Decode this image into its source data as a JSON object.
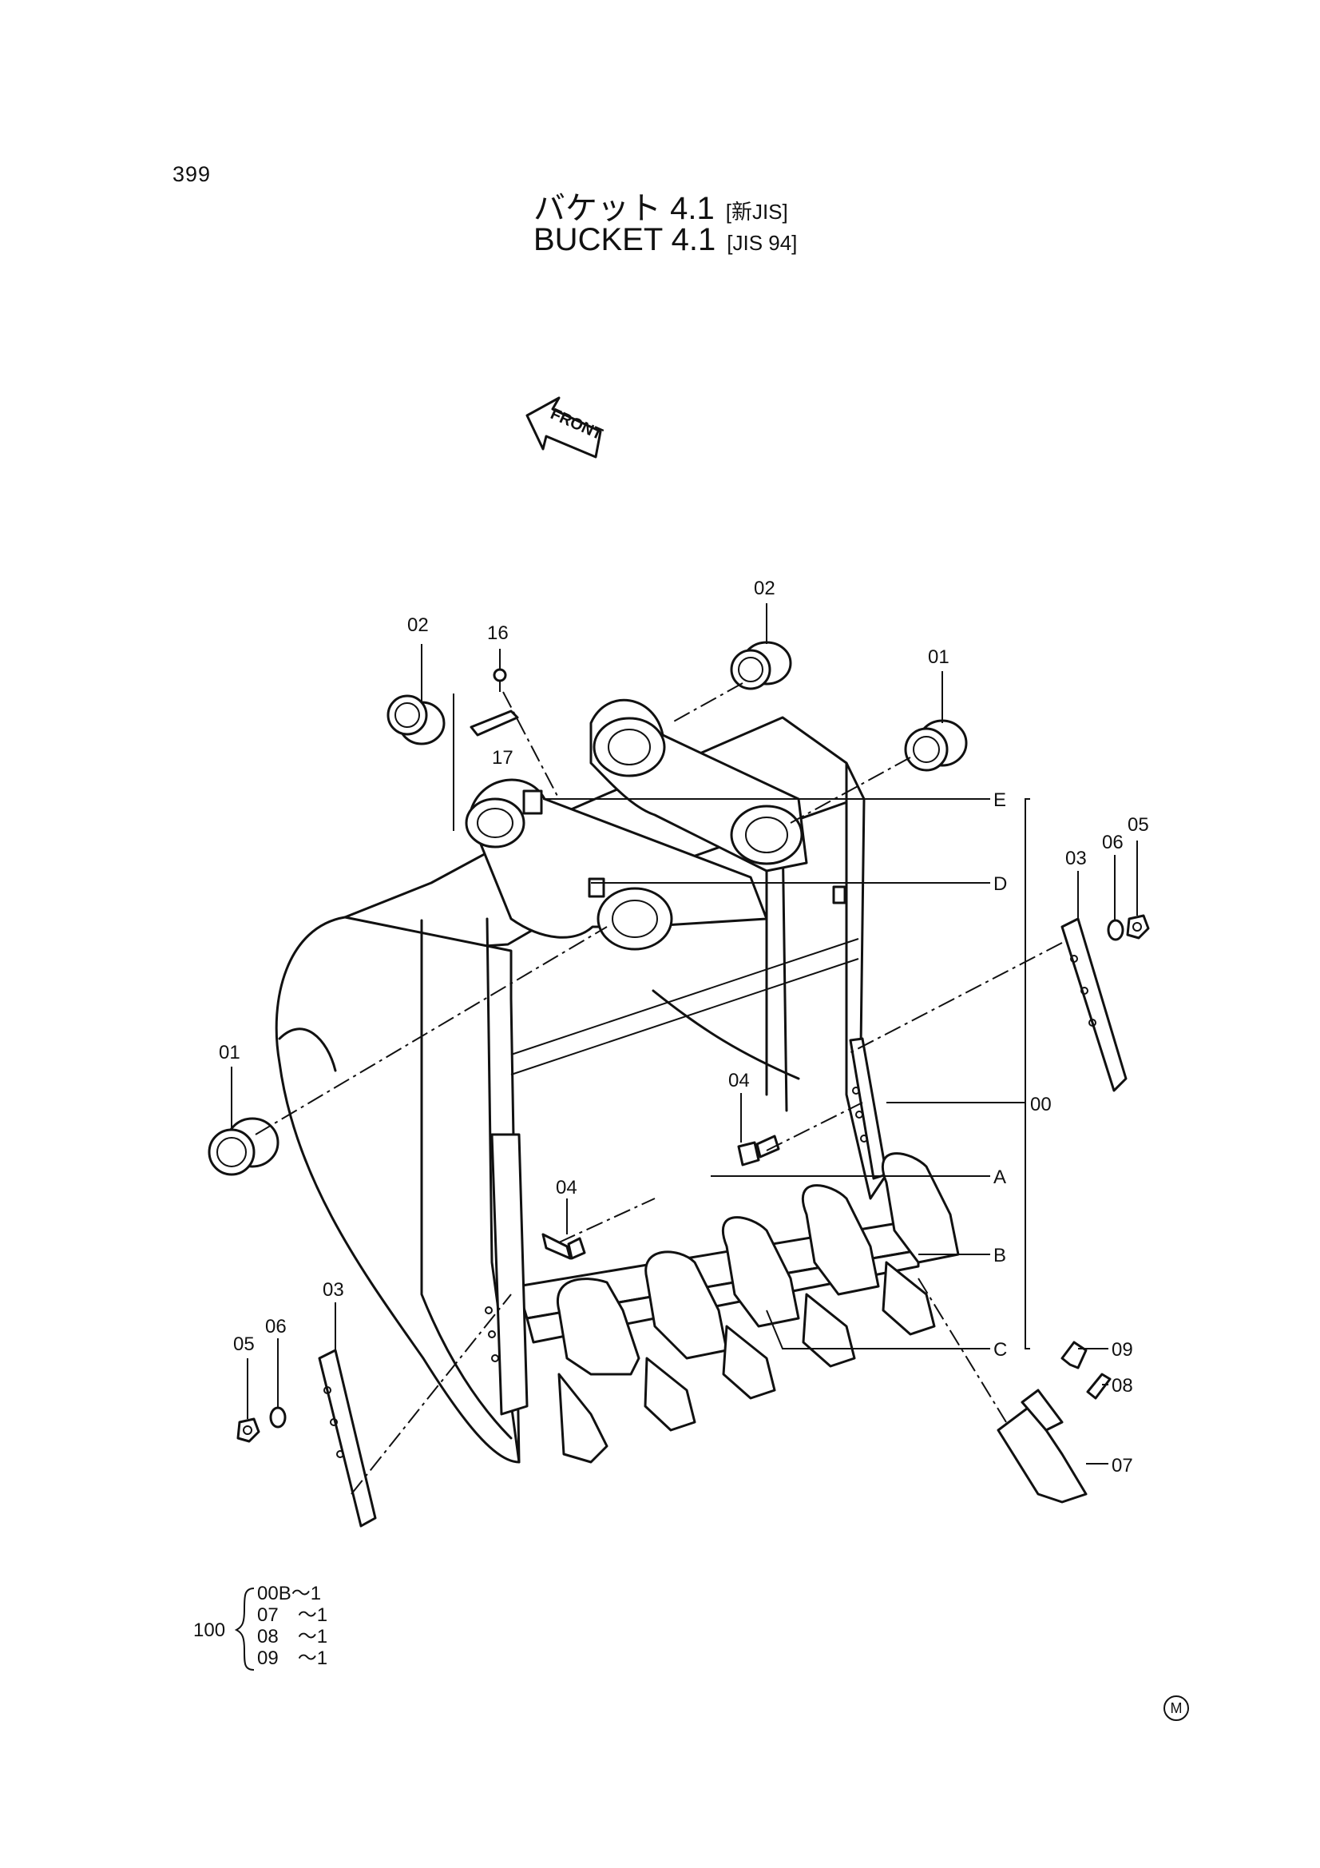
{
  "page_number": "399",
  "title": {
    "japanese": "バケット 4.1",
    "japanese_tag": "[新JIS]",
    "english": "BUCKET  4.1",
    "english_tag": "[JIS 94]"
  },
  "front_arrow_label": "FRONT",
  "callouts": {
    "c02_left": "02",
    "c16": "16",
    "c17": "17",
    "c02_top": "02",
    "c01_top": "01",
    "c01_left": "01",
    "c03_right": "03",
    "c06_right": "06",
    "c05_right": "05",
    "c04_mid": "04",
    "c04_low": "04",
    "c03_left": "03",
    "c05_left": "05",
    "c06_left": "06",
    "c00": "00",
    "c09": "09",
    "c08": "08",
    "c07": "07",
    "ref_E": "E",
    "ref_D": "D",
    "ref_A": "A",
    "ref_B": "B",
    "ref_C": "C"
  },
  "kit": {
    "number": "100",
    "items": [
      "00B～1",
      "07　～1",
      "08　～1",
      "09　～1"
    ]
  },
  "manual_mark": "M"
}
